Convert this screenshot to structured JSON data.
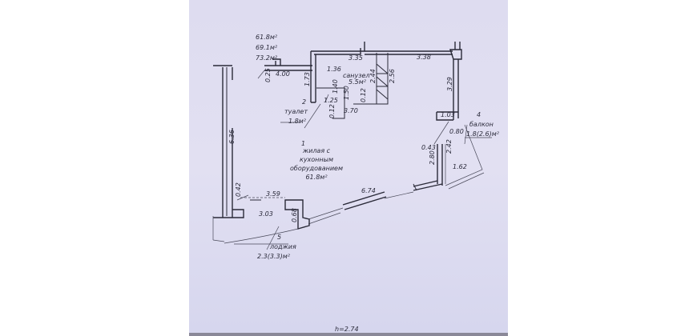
{
  "areas_summary": [
    "61.8м²",
    "69.1м²",
    "73.2м²"
  ],
  "rooms": [
    {
      "number": "1",
      "name_lines": [
        "жилая с",
        "кухонным",
        "оборудованием"
      ],
      "area": "61.8м²"
    },
    {
      "number": "2",
      "name": "туалет",
      "area": "1.8м²"
    },
    {
      "name": "санузел",
      "area": "5.5м²"
    },
    {
      "number": "4",
      "name": "балкон",
      "area": "1.8(2.6)м²"
    },
    {
      "number": "5",
      "name": "лоджия",
      "area": "2.3(3.3)м²"
    }
  ],
  "dimensions": [
    "4.00",
    "0.25",
    "1.73",
    "1.36",
    "1.40",
    "1.50",
    "1.25",
    "0.12",
    "3.70",
    "0.12",
    "2.44",
    "2.56",
    "3.35",
    "3.38",
    "3.29",
    "1.03",
    "0.80",
    "0.43",
    "2.80",
    "2.42",
    "1.62",
    "6.74",
    "3.59",
    "3.03",
    "0.68",
    "0.42",
    "6.36"
  ],
  "ceiling_height": "h=2.74"
}
